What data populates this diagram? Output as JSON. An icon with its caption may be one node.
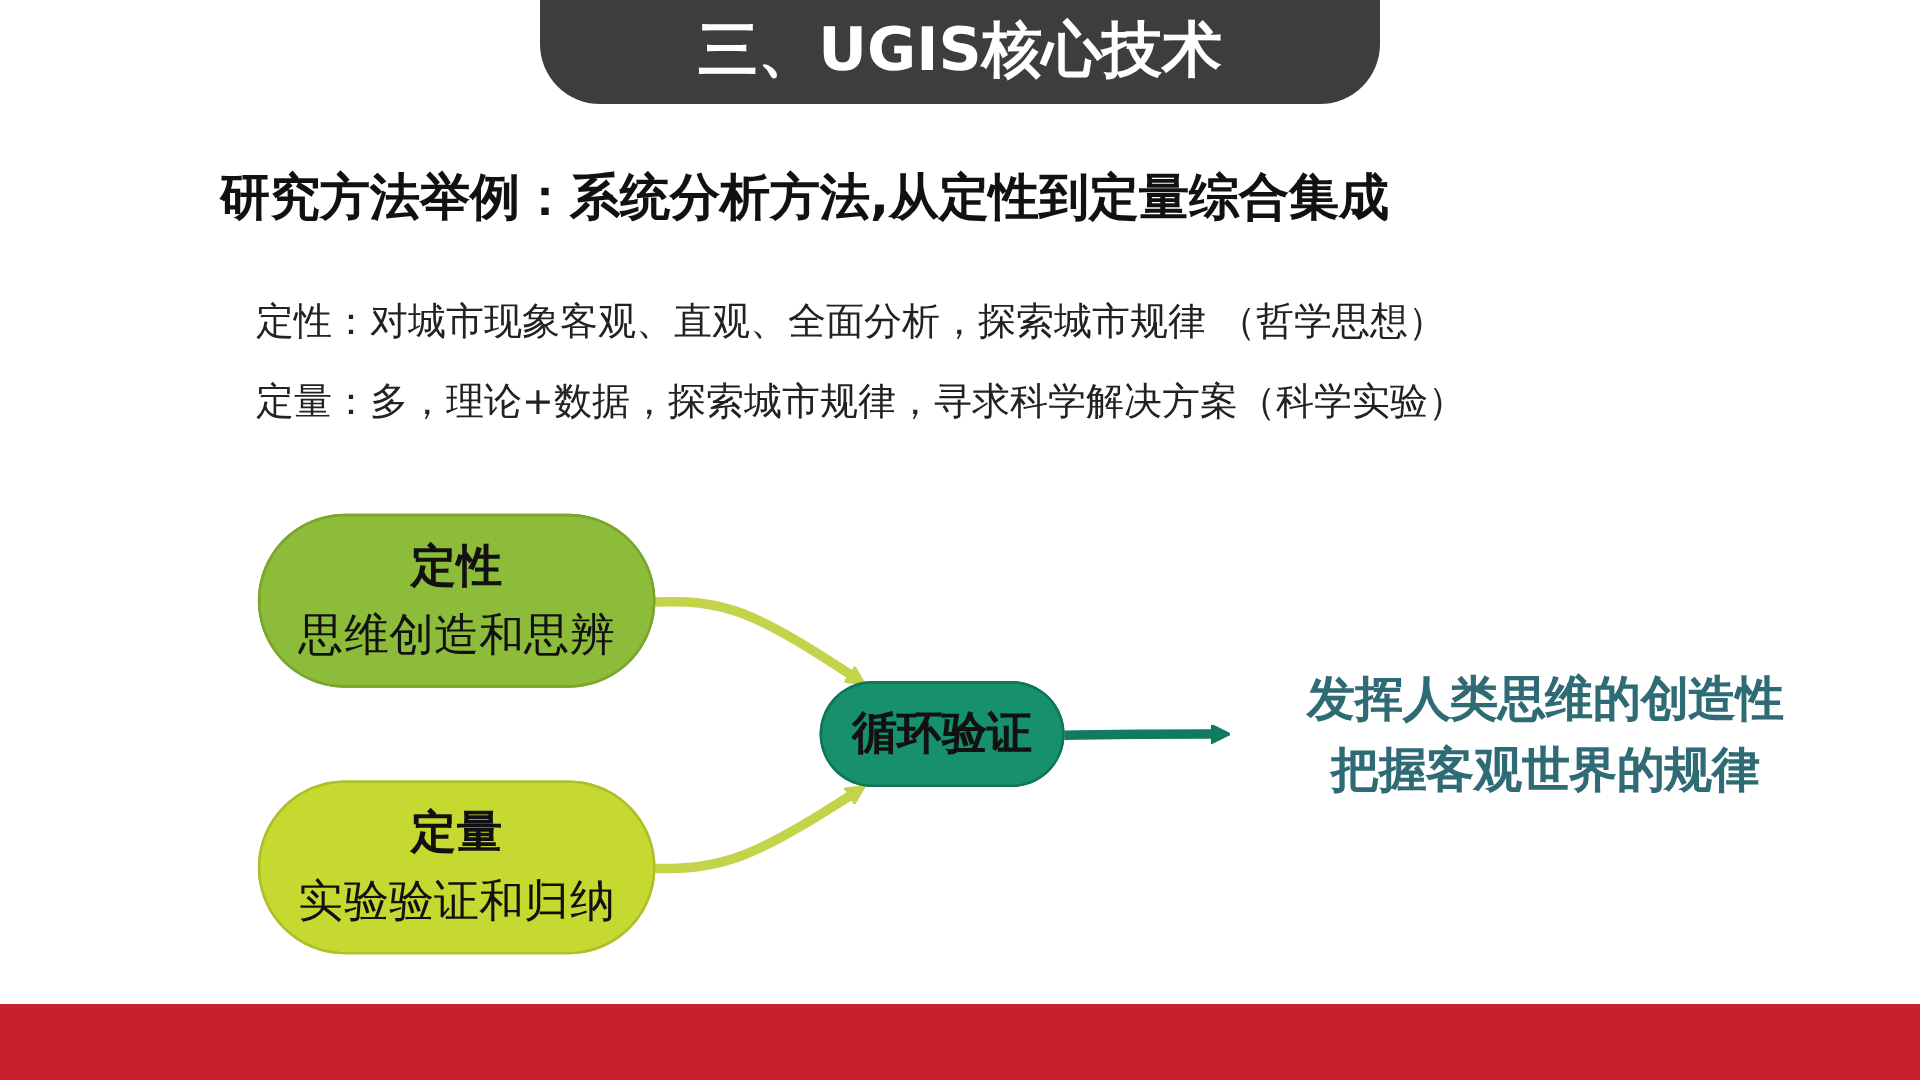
{
  "diagram": {
    "title": "三、UGIS核心技术",
    "nodes": [
      {
        "text": [
          "定性",
          "思维创造和思辨"
        ]
      },
      {
        "text": [
          "定量",
          "实验验证和归纳"
        ]
      },
      {
        "text": [
          "循环验证"
        ]
      },
      {
        "text": [
          "发挥人类思维的创造性把握客观世界的规律"
        ]
      }
    ],
    "edges": [
      {
        "from": 0,
        "to": 2,
        "arrow": "to",
        "color": "#c3d44a"
      },
      {
        "from": 1,
        "to": 2,
        "arrow": "to",
        "color": "#c3d44a"
      },
      {
        "from": 2,
        "to": 3,
        "arrow": "to",
        "color": "#127a5e"
      }
    ],
    "labels": [
      "研究方法举例：系统分析方法,从定性到定量综合集成",
      "定性：对城市现象客观、直观、全面分析，探索城市规律 （哲学思想）",
      "定量：多，理论+数据，探索城市规律，寻求科学解决方案（科学实验）"
    ]
  }
}
